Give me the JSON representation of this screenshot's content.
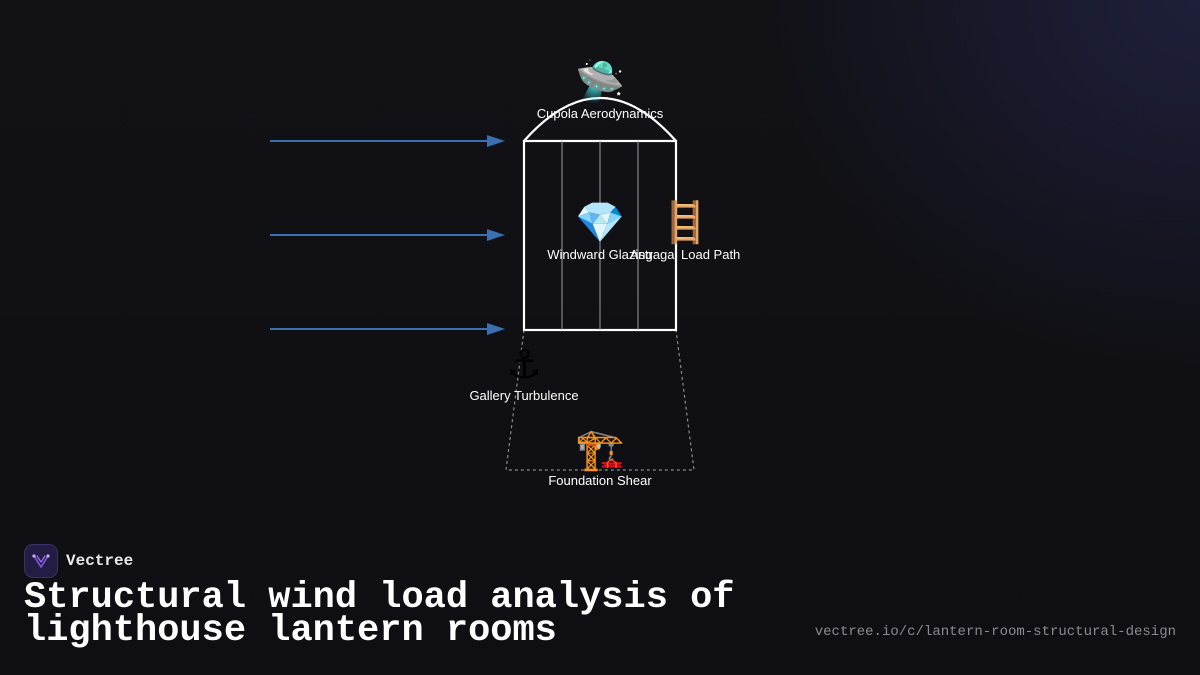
{
  "diagram": {
    "nodes": {
      "cupola": {
        "icon": "flying-saucer-icon",
        "glyph": "🛸",
        "label": "Cupola Aerodynamics"
      },
      "glazing": {
        "icon": "gem-icon",
        "glyph": "💎",
        "label": "Windward Glazing"
      },
      "astragal": {
        "icon": "ladder-icon",
        "glyph": "🪜",
        "label": "Astragal Load Path"
      },
      "gallery": {
        "icon": "anchor-icon",
        "glyph": "⚓",
        "label": "Gallery Turbulence"
      },
      "foundation": {
        "icon": "crane-icon",
        "glyph": "🏗️",
        "label": "Foundation Shear"
      }
    },
    "wind_arrow_color": "#3b6fb0",
    "structure_color": "#ffffff",
    "mullion_color": "#9a9aa2",
    "tower_outline_color": "#8a8a8a"
  },
  "brand": {
    "name": "Vectree",
    "accent": "#7b4fd6"
  },
  "footer": {
    "title": "Structural wind load analysis of lighthouse lantern rooms",
    "url": "vectree.io/c/lantern-room-structural-design"
  }
}
